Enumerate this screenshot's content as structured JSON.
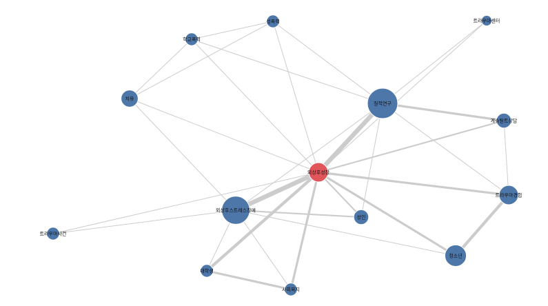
{
  "graph": {
    "nodes": [
      {
        "id": "n0",
        "label": "외상후성장",
        "weight": 5,
        "highlight": true
      },
      {
        "id": "n1",
        "label": "질적연구",
        "weight": 10
      },
      {
        "id": "n2",
        "label": "외상후스트레스장애",
        "weight": 9
      },
      {
        "id": "n3",
        "label": "청소년",
        "weight": 6
      },
      {
        "id": "n4",
        "label": "트라우마경험",
        "weight": 5
      },
      {
        "id": "n5",
        "label": "치유",
        "weight": 4
      },
      {
        "id": "n6",
        "label": "성인",
        "weight": 3
      },
      {
        "id": "n7",
        "label": "게슈탈트상담",
        "weight": 3
      },
      {
        "id": "n8",
        "label": "대학생",
        "weight": 2
      },
      {
        "id": "n9",
        "label": "학교폭력",
        "weight": 2
      },
      {
        "id": "n10",
        "label": "성폭력",
        "weight": 2
      },
      {
        "id": "n11",
        "label": "사회복지",
        "weight": 2
      },
      {
        "id": "n12",
        "label": "트라우마사건",
        "weight": 2
      },
      {
        "id": "n13",
        "label": "트라우마센터",
        "weight": 1
      }
    ],
    "edges": [
      {
        "source": "n0",
        "target": "n1",
        "weight": 6
      },
      {
        "source": "n0",
        "target": "n2",
        "weight": 6
      },
      {
        "source": "n0",
        "target": "n3",
        "weight": 3
      },
      {
        "source": "n0",
        "target": "n4",
        "weight": 3
      },
      {
        "source": "n0",
        "target": "n5",
        "weight": 1
      },
      {
        "source": "n0",
        "target": "n6",
        "weight": 2
      },
      {
        "source": "n0",
        "target": "n7",
        "weight": 2
      },
      {
        "source": "n0",
        "target": "n8",
        "weight": 4
      },
      {
        "source": "n0",
        "target": "n9",
        "weight": 1
      },
      {
        "source": "n0",
        "target": "n10",
        "weight": 1
      },
      {
        "source": "n0",
        "target": "n11",
        "weight": 3
      },
      {
        "source": "n0",
        "target": "n12",
        "weight": 1
      },
      {
        "source": "n1",
        "target": "n7",
        "weight": 3
      },
      {
        "source": "n1",
        "target": "n4",
        "weight": 1
      },
      {
        "source": "n1",
        "target": "n6",
        "weight": 1
      },
      {
        "source": "n1",
        "target": "n13",
        "weight": 1
      },
      {
        "source": "n1",
        "target": "n9",
        "weight": 1
      },
      {
        "source": "n1",
        "target": "n10",
        "weight": 1
      },
      {
        "source": "n1",
        "target": "n2",
        "weight": 1
      },
      {
        "source": "n2",
        "target": "n6",
        "weight": 2
      },
      {
        "source": "n2",
        "target": "n3",
        "weight": 1
      },
      {
        "source": "n2",
        "target": "n5",
        "weight": 1
      },
      {
        "source": "n2",
        "target": "n8",
        "weight": 1
      },
      {
        "source": "n2",
        "target": "n11",
        "weight": 1
      },
      {
        "source": "n2",
        "target": "n12",
        "weight": 1
      },
      {
        "source": "n3",
        "target": "n4",
        "weight": 4
      },
      {
        "source": "n4",
        "target": "n7",
        "weight": 1
      },
      {
        "source": "n5",
        "target": "n9",
        "weight": 1
      },
      {
        "source": "n5",
        "target": "n10",
        "weight": 1
      },
      {
        "source": "n9",
        "target": "n10",
        "weight": 1
      },
      {
        "source": "n8",
        "target": "n11",
        "weight": 3
      },
      {
        "source": "n13",
        "target": "n0",
        "weight": 1
      }
    ],
    "colors": {
      "node": "#4e77a9",
      "highlight_node": "#e0565b",
      "edge": "#cccccc",
      "node_stroke": "#ffffff",
      "label": "#111111"
    }
  }
}
